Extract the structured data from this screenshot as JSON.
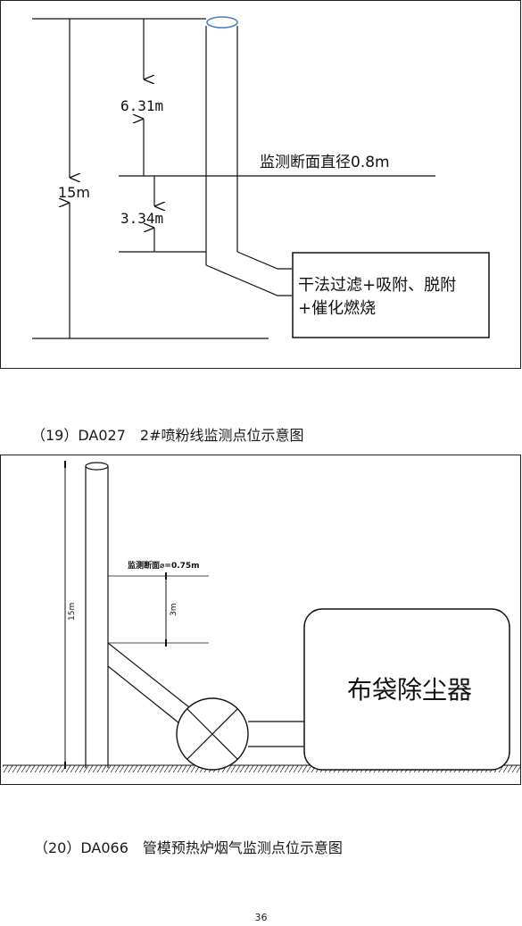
{
  "figure1": {
    "dim_upper": "6.31m",
    "dim_lower": "3.34m",
    "dim_total": "15m",
    "section_label": "监测断面直径0.8m",
    "process_label_line1": "干法过滤+吸附、脱附",
    "process_label_line2": "+催化燃烧"
  },
  "caption1": "（19）DA027　2#喷粉线监测点位示意图",
  "figure2": {
    "section_label": "监测断面⌀=0.75m",
    "dim_height": "15m",
    "dim_offset": "3m",
    "equipment_label": "布袋除尘器"
  },
  "caption2": "（20）DA066　管模预热炉烟气监测点位示意图",
  "page_number": "36"
}
